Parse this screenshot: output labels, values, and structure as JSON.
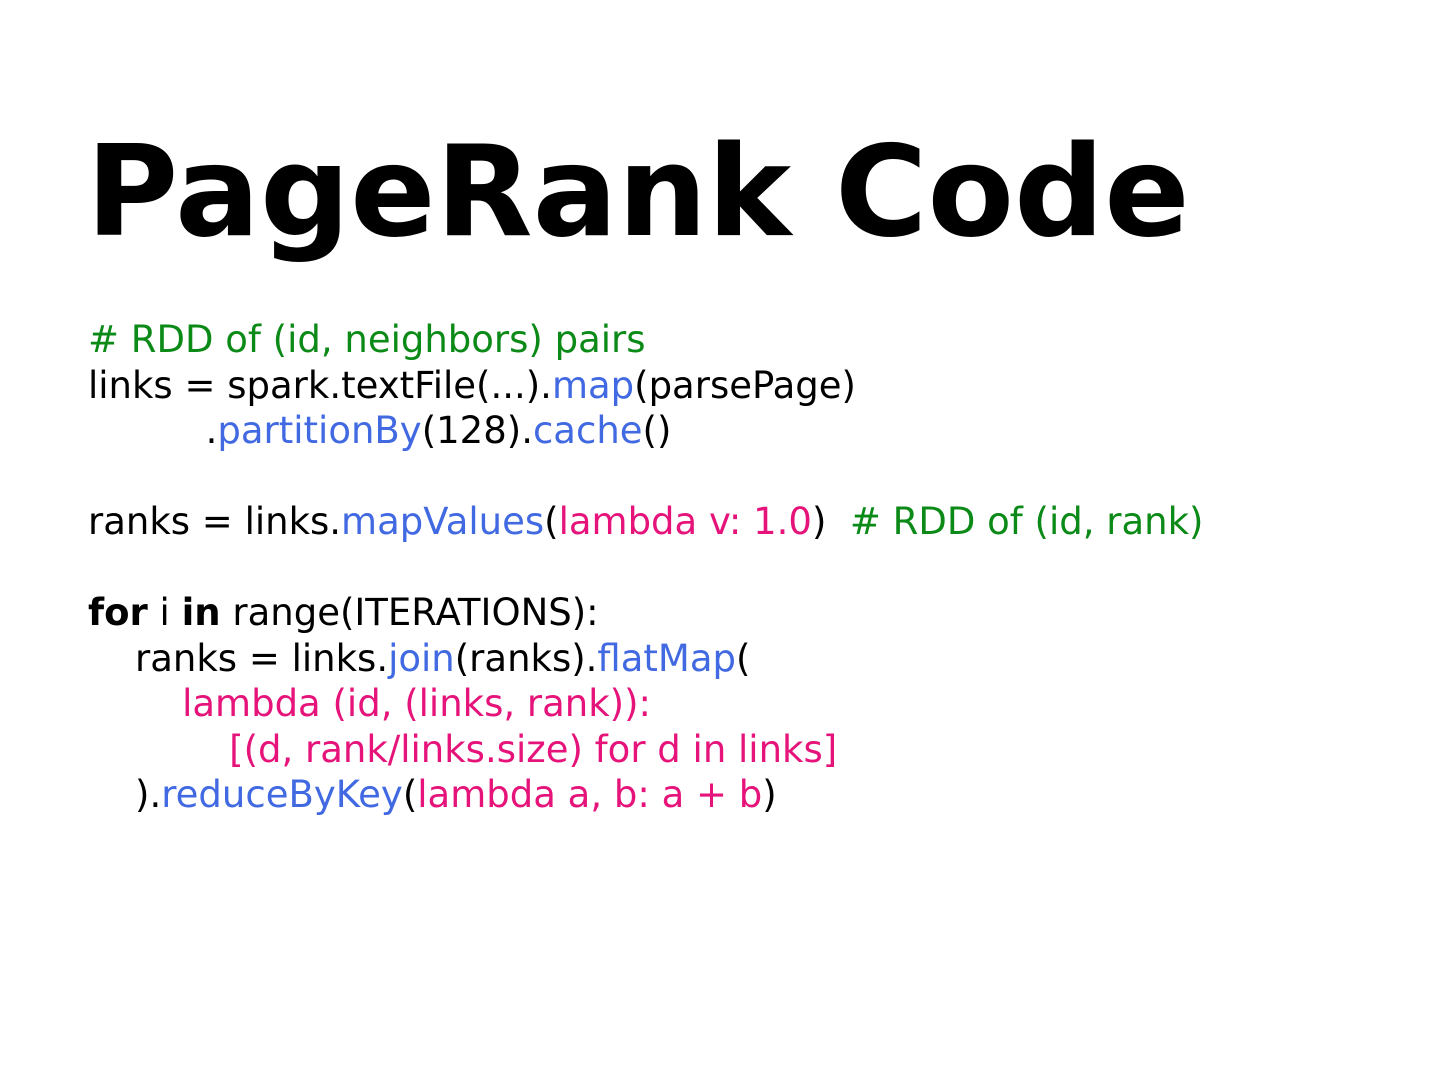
{
  "slide": {
    "title": "PageRank Code"
  },
  "colors": {
    "comment": "#0b8a17",
    "method": "#4169e1",
    "lambda": "#e5137a",
    "plain": "#000000"
  },
  "code": {
    "lines": [
      [
        {
          "t": "comment",
          "s": "# RDD of (id, neighbors) pairs"
        }
      ],
      [
        {
          "t": "plain",
          "s": "links = spark.textFile(...)."
        },
        {
          "t": "method",
          "s": "map"
        },
        {
          "t": "plain",
          "s": "(parsePage)"
        }
      ],
      [
        {
          "t": "plain",
          "s": "          ."
        },
        {
          "t": "method",
          "s": "partitionBy"
        },
        {
          "t": "plain",
          "s": "(128)."
        },
        {
          "t": "method",
          "s": "cache"
        },
        {
          "t": "plain",
          "s": "()"
        }
      ],
      [],
      [
        {
          "t": "plain",
          "s": "ranks = links."
        },
        {
          "t": "method",
          "s": "mapValues"
        },
        {
          "t": "plain",
          "s": "("
        },
        {
          "t": "lambda",
          "s": "lambda v: 1.0"
        },
        {
          "t": "plain",
          "s": ")  "
        },
        {
          "t": "comment",
          "s": "# RDD of (id, rank)"
        }
      ],
      [],
      [
        {
          "t": "kw",
          "s": "for"
        },
        {
          "t": "plain",
          "s": " i "
        },
        {
          "t": "kw",
          "s": "in"
        },
        {
          "t": "plain",
          "s": " range(ITERATIONS):"
        }
      ],
      [
        {
          "t": "plain",
          "s": "    ranks = links."
        },
        {
          "t": "method",
          "s": "join"
        },
        {
          "t": "plain",
          "s": "(ranks)."
        },
        {
          "t": "method",
          "s": "flatMap"
        },
        {
          "t": "plain",
          "s": "("
        }
      ],
      [
        {
          "t": "lambda",
          "s": "        lambda (id, (links, rank)):"
        }
      ],
      [
        {
          "t": "lambda",
          "s": "            [(d, rank/links.size) for d in links]"
        }
      ],
      [
        {
          "t": "plain",
          "s": "    )."
        },
        {
          "t": "method",
          "s": "reduceByKey"
        },
        {
          "t": "plain",
          "s": "("
        },
        {
          "t": "lambda",
          "s": "lambda a, b: a + b"
        },
        {
          "t": "plain",
          "s": ")"
        }
      ]
    ]
  }
}
